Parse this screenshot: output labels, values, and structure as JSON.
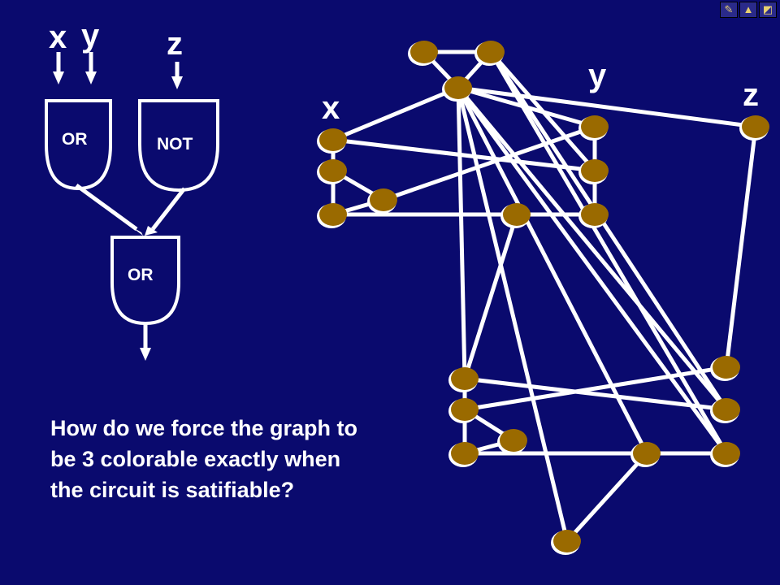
{
  "circuit": {
    "inputs": {
      "x": "x",
      "y": "y",
      "z": "z"
    },
    "gates": {
      "or_top": "OR",
      "not": "NOT",
      "or_bottom": "OR"
    }
  },
  "graph": {
    "labels": {
      "x": "x",
      "y": "y",
      "z": "z"
    },
    "node_color": "#9a6a00",
    "edge_color": "#ffffff"
  },
  "question": "How do we force the graph to be 3 colorable exactly when the circuit is satifiable?",
  "colors": {
    "background": "#0a0a6e",
    "foreground": "#ffffff"
  },
  "nav_icons": [
    "pen-icon",
    "chart-icon",
    "screen-icon"
  ]
}
